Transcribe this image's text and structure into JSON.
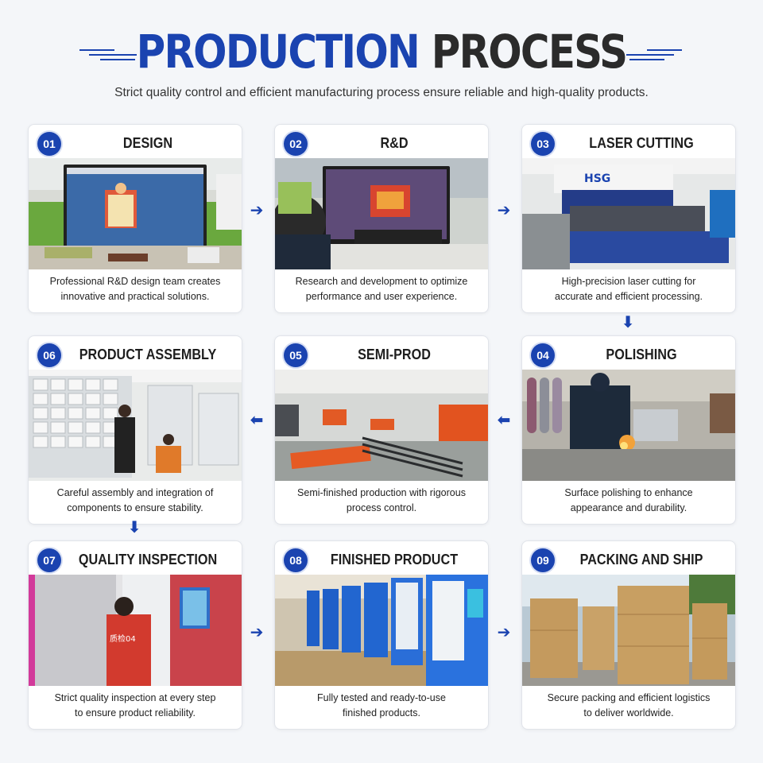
{
  "header": {
    "title_part1": "PRODUCTION",
    "title_part2": "PROCESS",
    "subtitle": "Strict quality control and efficient manufacturing process ensure reliable and high-quality products."
  },
  "colors": {
    "accent": "#1a43b0",
    "text": "#2b2b2b",
    "background": "#f4f6f9"
  },
  "steps": [
    {
      "number": "01",
      "title": "DESIGN",
      "desc_line1": "Professional R&D design team creates",
      "desc_line2": "innovative and practical solutions."
    },
    {
      "number": "02",
      "title": "R&D",
      "desc_line1": "Research and development to optimize",
      "desc_line2": "performance and user experience."
    },
    {
      "number": "03",
      "title": "LASER CUTTING",
      "desc_line1": "High-precision laser cutting for",
      "desc_line2": "accurate and efficient processing."
    },
    {
      "number": "04",
      "title": "POLISHING",
      "desc_line1": "Surface polishing to enhance",
      "desc_line2": "appearance and durability."
    },
    {
      "number": "05",
      "title": "SEMI-PROD",
      "desc_line1": "Semi-finished production with rigorous",
      "desc_line2": "process control."
    },
    {
      "number": "06",
      "title": "PRODUCT ASSEMBLY",
      "desc_line1": "Careful assembly and integration of",
      "desc_line2": "components to ensure stability."
    },
    {
      "number": "07",
      "title": "QUALITY INSPECTION",
      "desc_line1": "Strict quality inspection at every step",
      "desc_line2": "to ensure product reliability."
    },
    {
      "number": "08",
      "title": "FINISHED PRODUCT",
      "desc_line1": "Fully tested and ready-to-use",
      "desc_line2": "finished products."
    },
    {
      "number": "09",
      "title": "PACKING AND SHIP",
      "desc_line1": "Secure packing and efficient logistics",
      "desc_line2": "to deliver worldwide."
    }
  ],
  "photo_text": {
    "machine_brand": "HSG",
    "worker_vest": "质检04"
  },
  "arrows": {
    "right": "➔",
    "left": "⬅",
    "down": "⬇"
  }
}
